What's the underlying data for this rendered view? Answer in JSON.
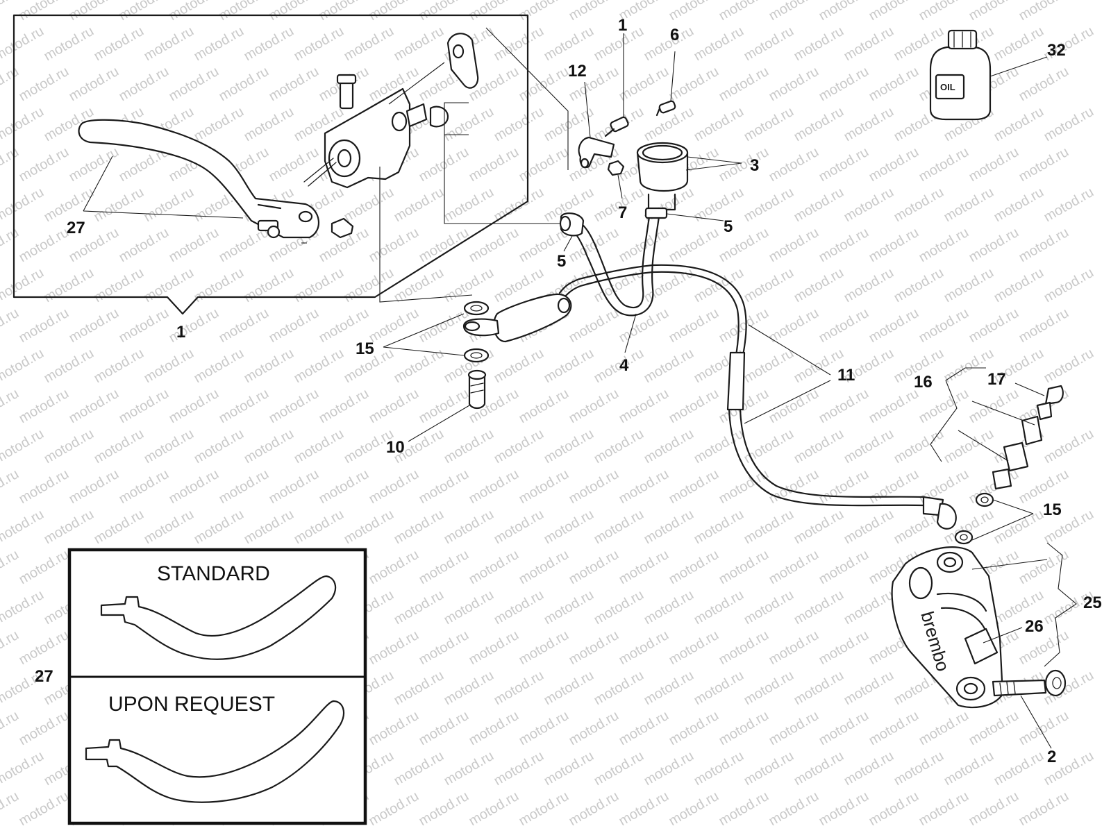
{
  "watermark": "motod.ru",
  "callouts": {
    "c1_top": "1",
    "c6": "6",
    "c12": "12",
    "c32": "32",
    "c3": "3",
    "c7": "7",
    "c5_right": "5",
    "c27_assembly": "27",
    "c5_left": "5",
    "c1_bracket": "1",
    "c15_left": "15",
    "c4": "4",
    "c11": "11",
    "c16": "16",
    "c17": "17",
    "c10": "10",
    "c15_right": "15",
    "c25": "25",
    "c26": "26",
    "c27_inset": "27",
    "c2": "2"
  },
  "inset": {
    "standard_label": "STANDARD",
    "upon_request_label": "UPON REQUEST"
  },
  "bottle_label": "OIL",
  "caliper_brand": "brembo"
}
